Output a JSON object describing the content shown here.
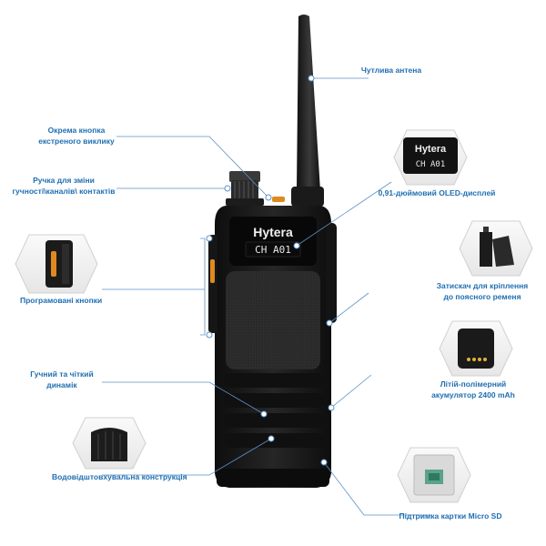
{
  "device": {
    "brand": "Hytera",
    "display_text": "CH A01"
  },
  "callouts": {
    "antenna": "Чутлива антена",
    "emergency": [
      "Окрема кнопка",
      "екстреного виклику"
    ],
    "knob": [
      "Ручка для зміни",
      "гучності\\каналів\\ контактів"
    ],
    "programmable": "Програмовані кнопки",
    "speaker": [
      "Гучний та чіткий",
      "динамік"
    ],
    "waterproof": "Водовідштовхувальна конструкція",
    "oled": "0,91-дюймовий OLED-дисплей",
    "clip": [
      "Затискач для кріплення",
      "до поясного ременя"
    ],
    "battery": [
      "Літій-полімерний",
      "акумулятор 2400 mAh"
    ],
    "microsd": "Підтримка картки Micro SD"
  },
  "colors": {
    "label": "#1f6fb2",
    "line": "#5b92c6",
    "body": "#1b1b1b",
    "accent": "#e08a1e"
  }
}
